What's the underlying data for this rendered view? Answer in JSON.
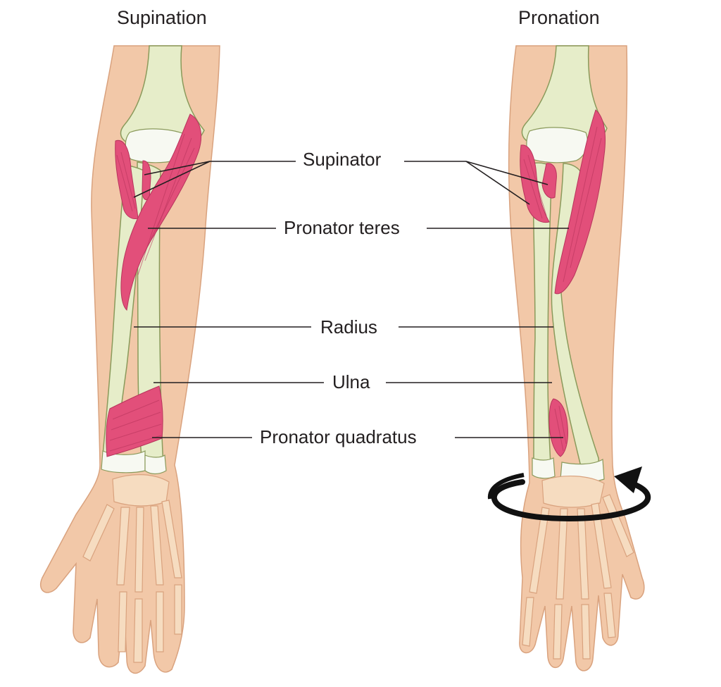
{
  "panels": {
    "left_title": "Supination",
    "right_title": "Pronation"
  },
  "labels": {
    "supinator": "Supinator",
    "pronator_teres": "Pronator teres",
    "radius": "Radius",
    "ulna": "Ulna",
    "pronator_quadratus": "Pronator quadratus"
  },
  "colors": {
    "skin": "#f2c8a8",
    "skin_outline": "#d9a27e",
    "bone": "#e6edc9",
    "bone_outline": "#8a9a5b",
    "cartilage": "#f7f9f2",
    "muscle": "#e24f7a",
    "muscle_striation": "#b8345c",
    "hand_bone": "#f6dcc0",
    "leader_line": "#231f20",
    "rotation_arrow": "#111111"
  },
  "icons": {
    "rotation": "rotation-arrow-icon"
  }
}
